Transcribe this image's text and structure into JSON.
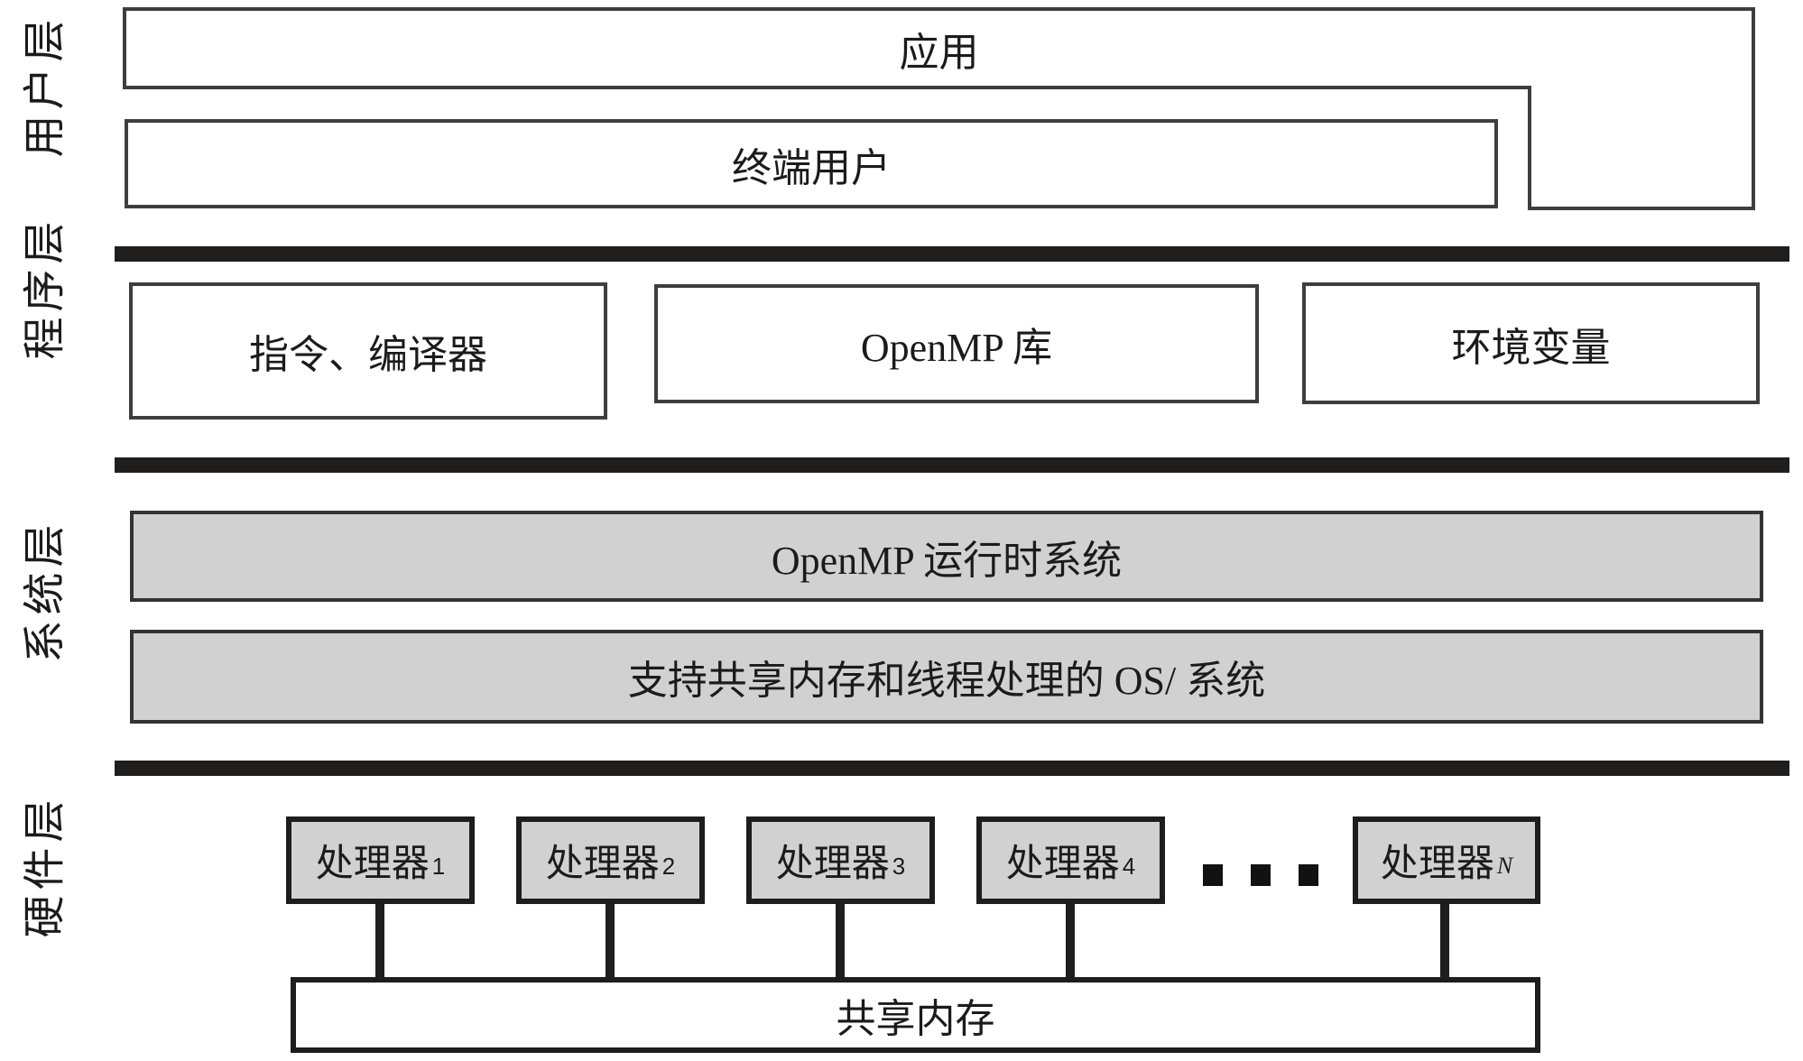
{
  "diagram_title": "OpenMP layered architecture",
  "colors": {
    "background": "#ffffff",
    "box_border_thin": "#3f3e3e",
    "box_border_thick": "#1d1d1d",
    "separator_bar": "#201d1d",
    "gray_fill": "#d2d1d1",
    "text": "#1b1b1b"
  },
  "layers": {
    "user": {
      "label": "用户层",
      "application_label": "应用",
      "end_user_label": "终端用户"
    },
    "program": {
      "label": "程序层",
      "boxes": [
        {
          "label": "指令、编译器"
        },
        {
          "label": "OpenMP 库"
        },
        {
          "label": "环境变量"
        }
      ]
    },
    "system": {
      "label": "系统层",
      "boxes": [
        {
          "label": "OpenMP 运行时系统"
        },
        {
          "label": "支持共享内存和线程处理的 OS/ 系统"
        }
      ]
    },
    "hardware": {
      "label": "硬件层",
      "processors": [
        {
          "base": "处理器",
          "sub": "1"
        },
        {
          "base": "处理器",
          "sub": "2"
        },
        {
          "base": "处理器",
          "sub": "3"
        },
        {
          "base": "处理器",
          "sub": "4"
        },
        {
          "base": "处理器",
          "sub": "N"
        }
      ],
      "ellipsis": {
        "icon": "squares-ellipsis",
        "count": 3
      },
      "shared_memory_label": "共享内存"
    }
  }
}
